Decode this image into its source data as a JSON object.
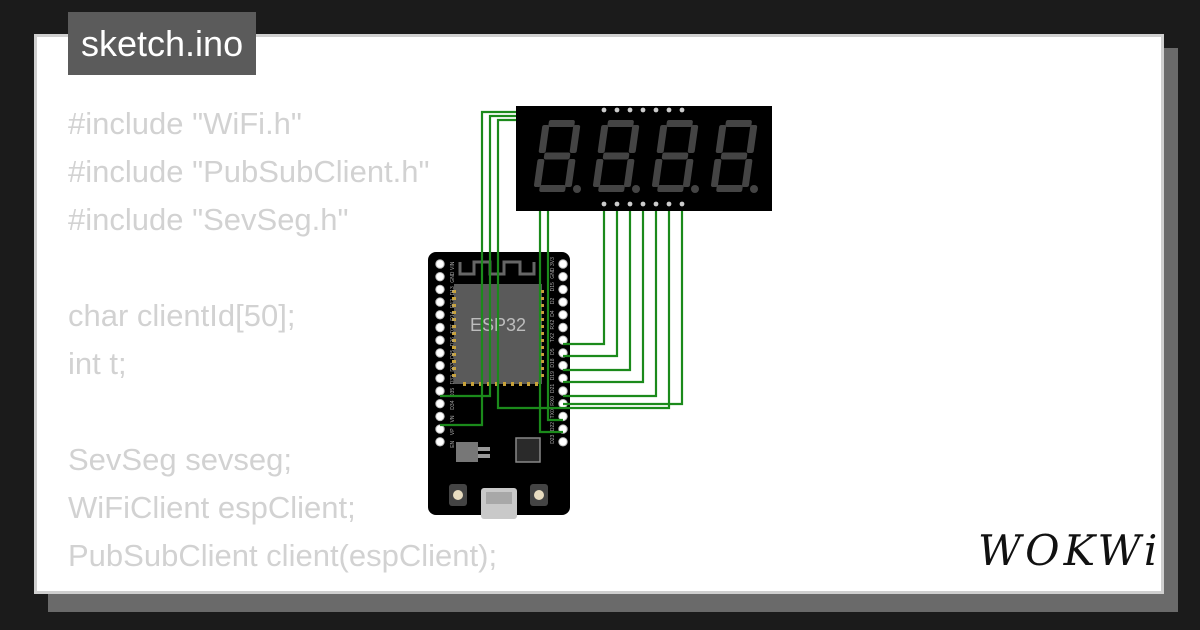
{
  "file_tab": {
    "label": "sketch.ino"
  },
  "code_lines": [
    "#include \"WiFi.h\"",
    "#include \"PubSubClient.h\"",
    "#include \"SevSeg.h\"",
    "",
    "char clientId[50];",
    "int t;",
    "",
    "SevSeg sevseg;",
    "WiFiClient espClient;",
    "PubSubClient client(espClient);"
  ],
  "board": {
    "chip_label": "ESP32",
    "left_pins": [
      "VIN",
      "GND",
      "D13",
      "D12",
      "D14",
      "D27",
      "D26",
      "D25",
      "D33",
      "D32",
      "D35",
      "D34",
      "VN",
      "VP",
      "EN"
    ],
    "right_pins": [
      "3V3",
      "GND",
      "D15",
      "D2",
      "D4",
      "RX2",
      "TX2",
      "D5",
      "D18",
      "D19",
      "D21",
      "RX0",
      "TX0",
      "D22",
      "D23"
    ]
  },
  "display": {
    "digits": 4
  },
  "colors": {
    "wire": "#1b8a1b",
    "display_bg": "#000000",
    "segment_off": "#444444",
    "board": "#000000"
  },
  "brand": {
    "logo": "WOKWi"
  }
}
